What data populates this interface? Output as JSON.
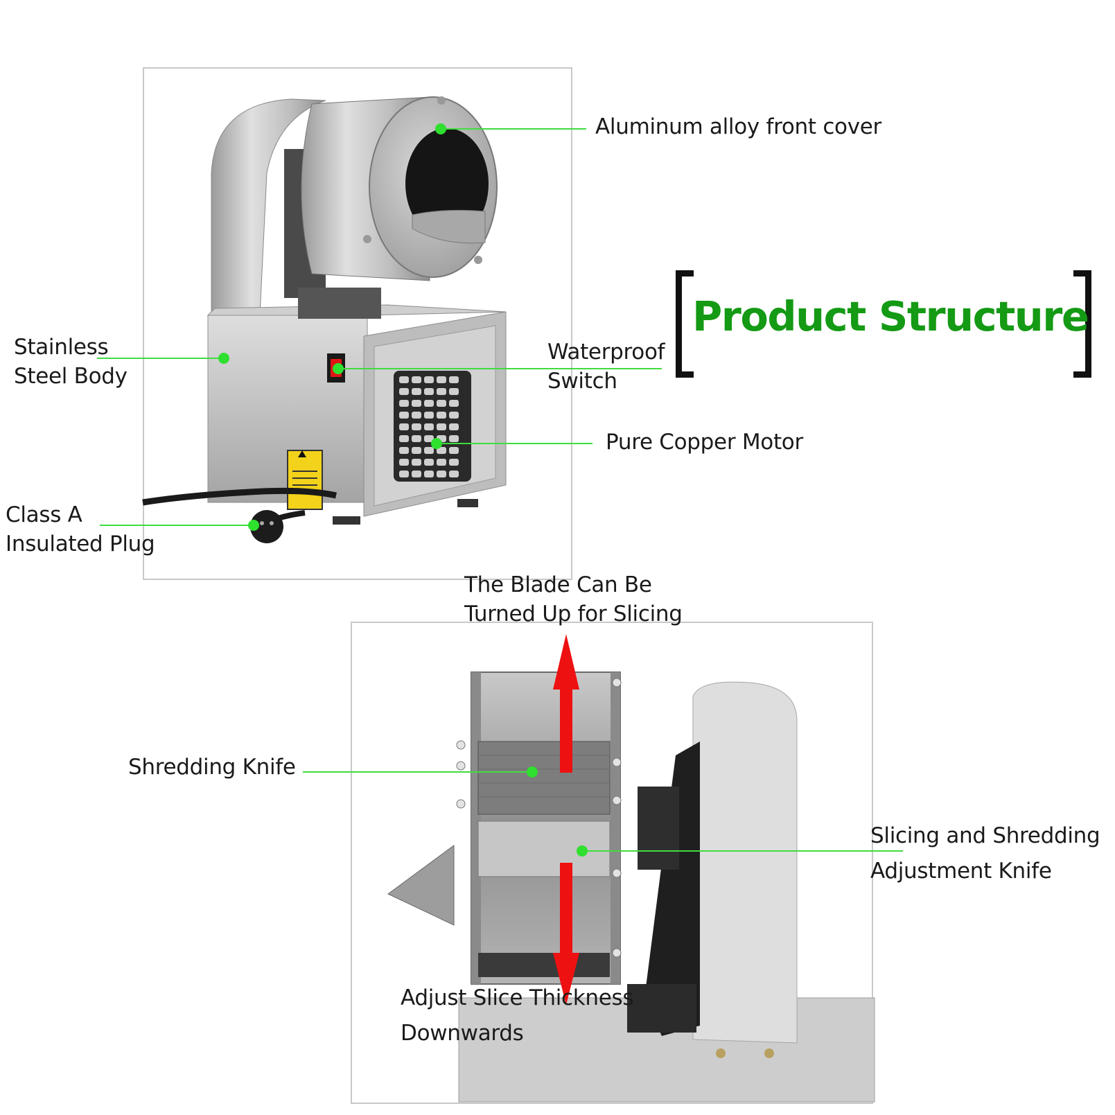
{
  "title": "Product Structure",
  "callouts": {
    "front_cover": "Aluminum alloy front cover",
    "body_line1": "Stainless",
    "body_line2": "Steel Body",
    "switch_line1": "Waterproof",
    "switch_line2": "Switch",
    "motor": "Pure Copper Motor",
    "plug_line1": "Class A",
    "plug_line2": "Insulated Plug",
    "blade_line1": "The Blade Can Be",
    "blade_line2": "Turned Up for Slicing",
    "shredding_knife": "Shredding Knife",
    "adjust_knife_line1": "Slicing and Shredding",
    "adjust_knife_line2": "Adjustment Knife",
    "adjust_thickness_line1": "Adjust Slice Thickness",
    "adjust_thickness_line2": "Downwards"
  },
  "colors": {
    "leader_line": "#3fdc3f",
    "leader_dot": "#2fe02f",
    "title": "#149a14",
    "arrow": "#ee1111"
  }
}
